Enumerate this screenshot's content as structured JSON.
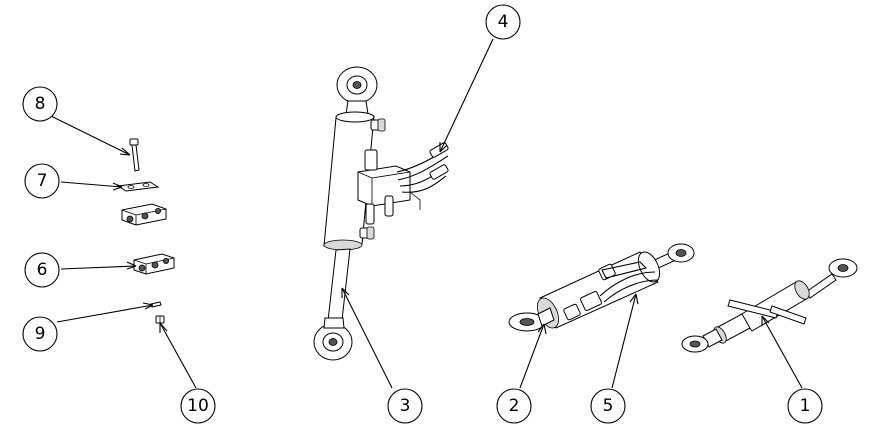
{
  "diagram": {
    "balloons": [
      {
        "id": "b8",
        "label": "8"
      },
      {
        "id": "b7",
        "label": "7"
      },
      {
        "id": "b6",
        "label": "6"
      },
      {
        "id": "b9",
        "label": "9"
      },
      {
        "id": "b10",
        "label": "10"
      },
      {
        "id": "b4",
        "label": "4"
      },
      {
        "id": "b3",
        "label": "3"
      },
      {
        "id": "b2",
        "label": "2"
      },
      {
        "id": "b5",
        "label": "5"
      },
      {
        "id": "b1",
        "label": "1"
      }
    ]
  }
}
